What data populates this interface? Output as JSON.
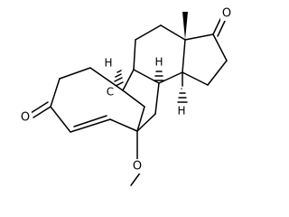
{
  "structure": {
    "atoms": {
      "ketone_oxygen_top": "O",
      "ketone_oxygen_left": "O",
      "ether_oxygen": "O",
      "bridge_carbon": "C",
      "h_left": "H",
      "h_center": "H",
      "h_lower": "H"
    },
    "colors": {
      "bond": "#000000",
      "background": "#ffffff"
    }
  }
}
